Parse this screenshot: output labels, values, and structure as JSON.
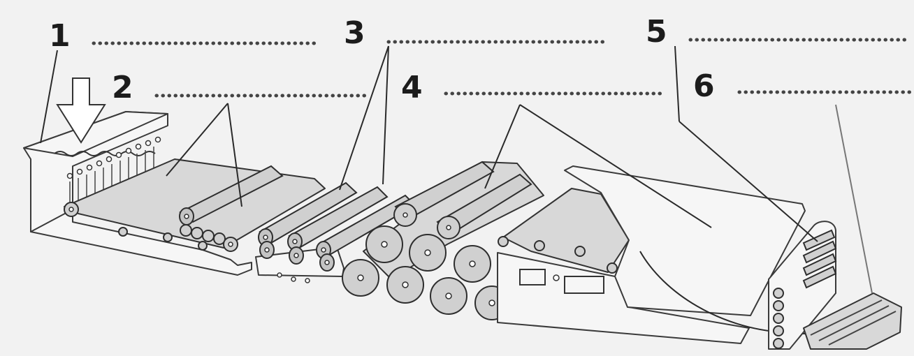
{
  "callouts": [
    {
      "number": "1"
    },
    {
      "number": "2"
    },
    {
      "number": "3"
    },
    {
      "number": "4"
    },
    {
      "number": "5"
    },
    {
      "number": "6"
    }
  ],
  "colors": {
    "line": "#2e2e2e",
    "roller_fill": "#d0d0d0",
    "background": "#f2f2f2"
  }
}
